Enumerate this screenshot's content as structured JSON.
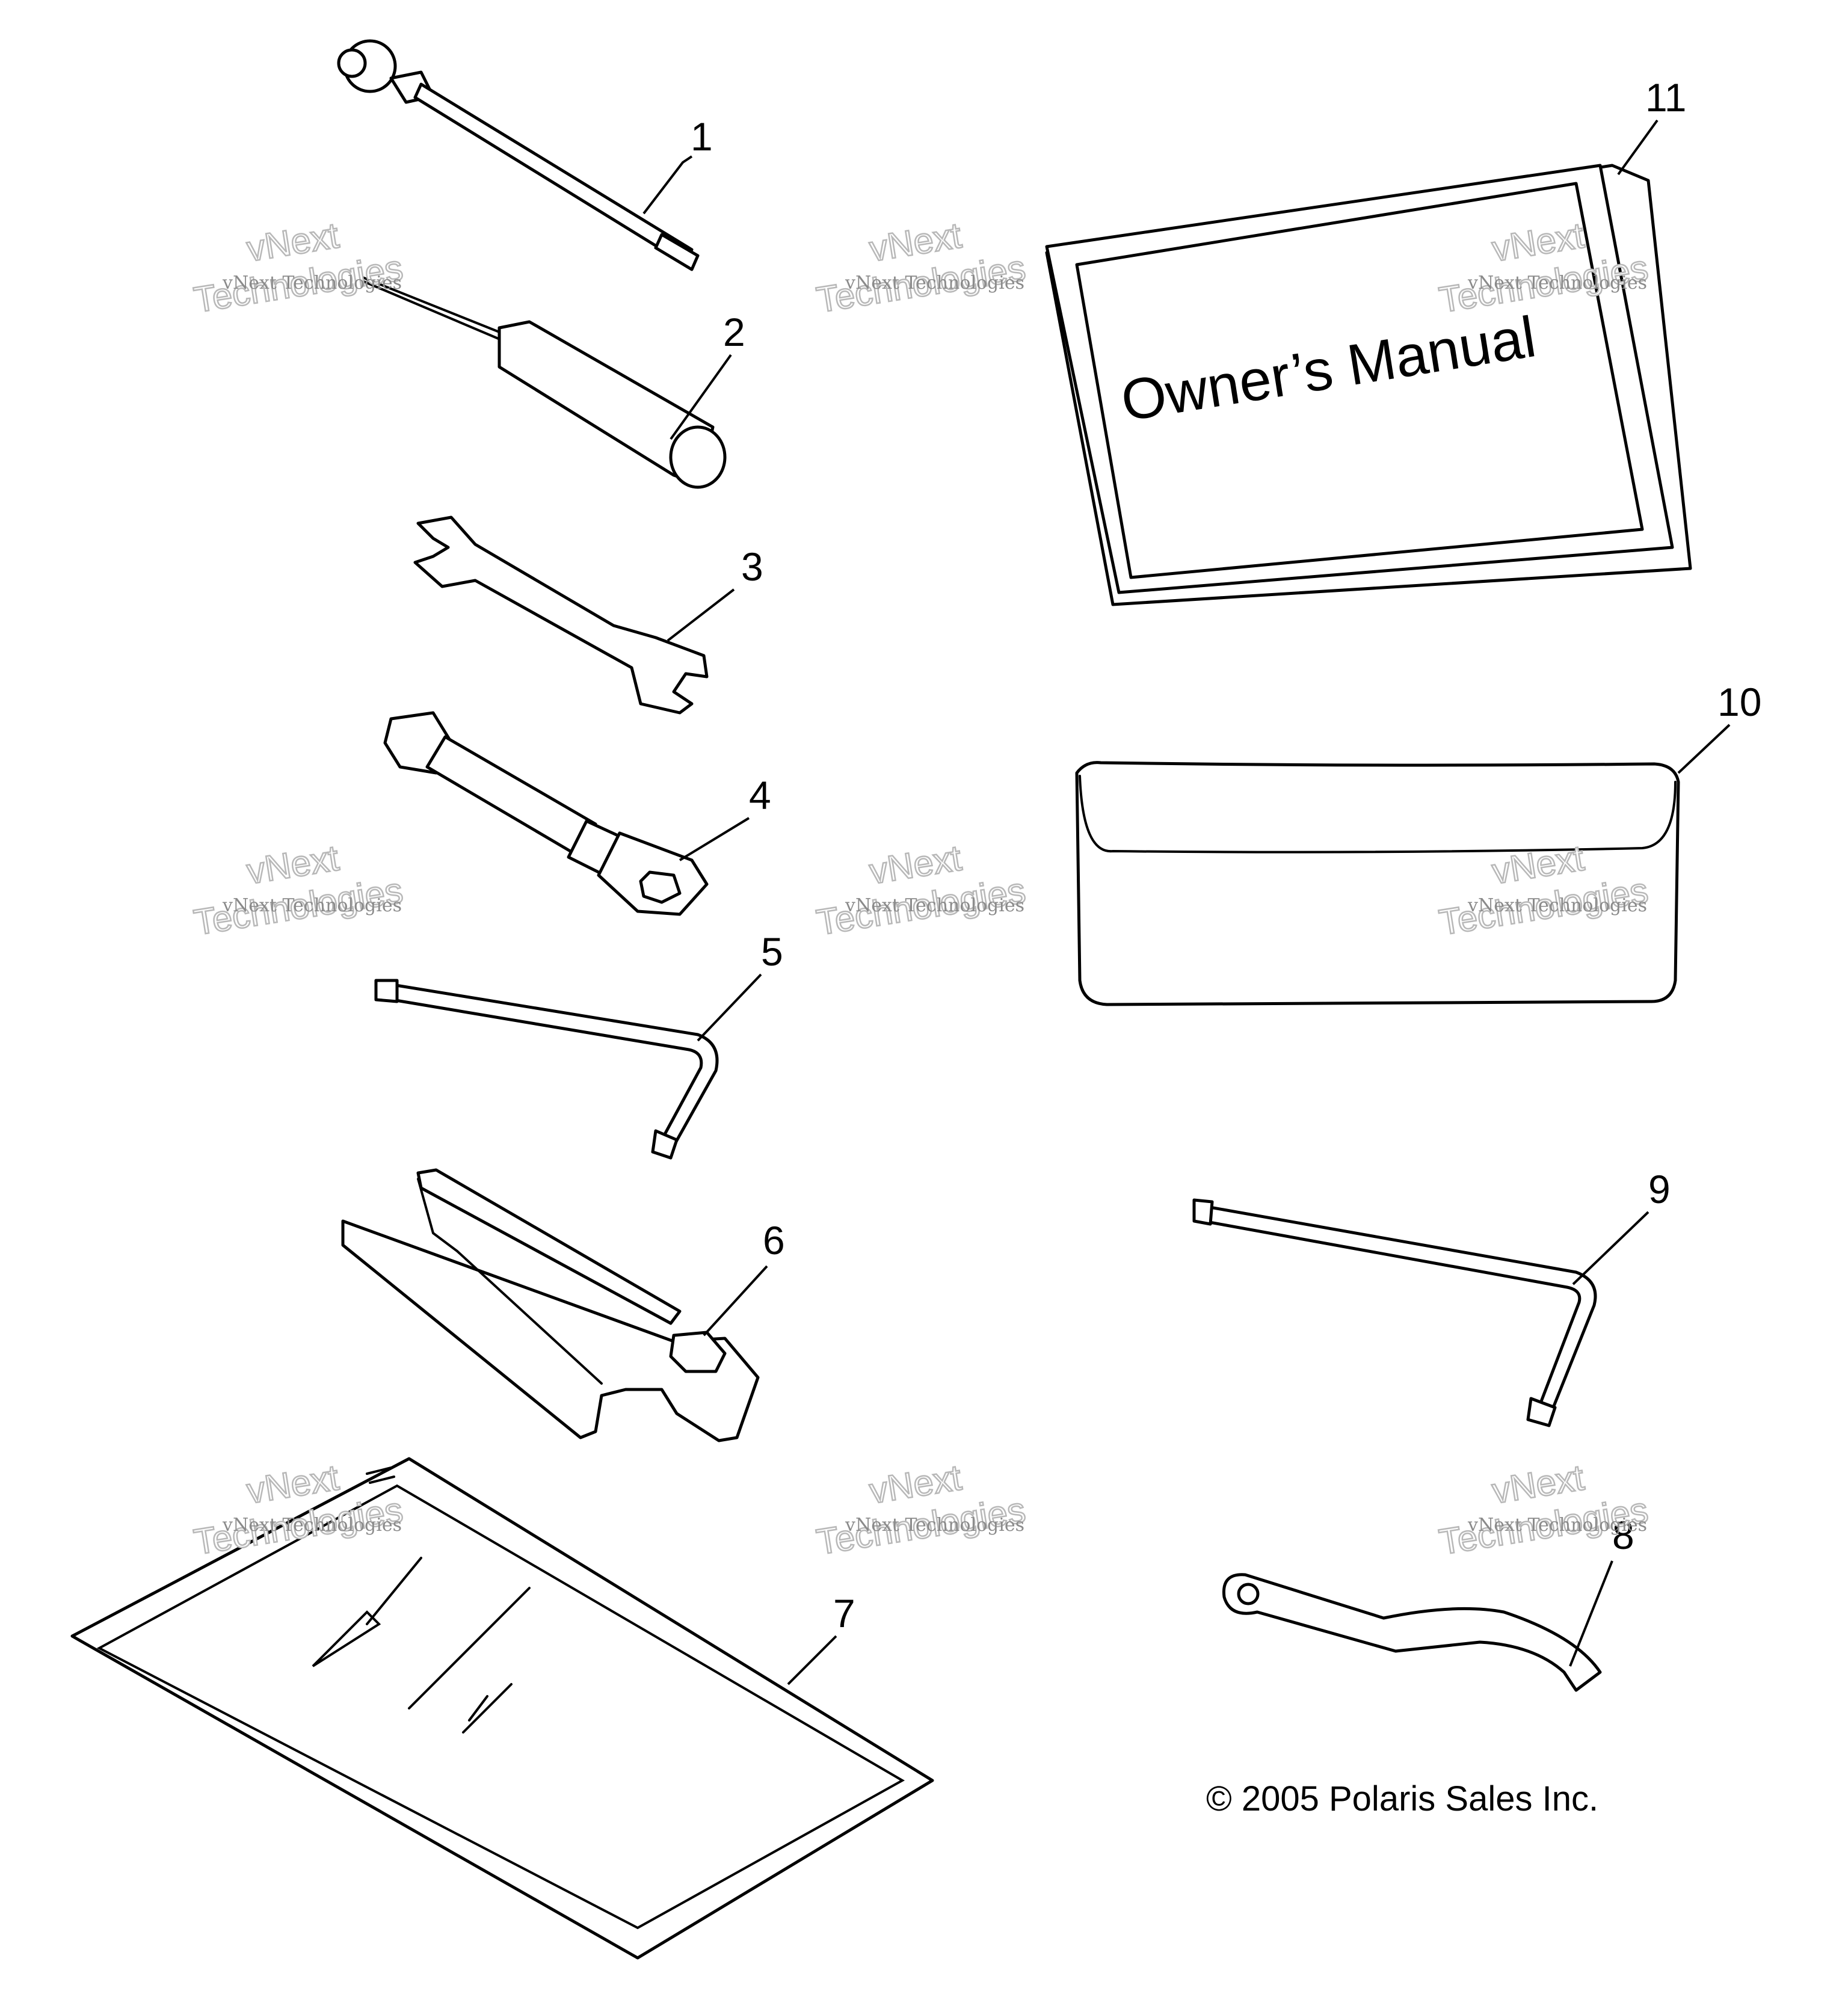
{
  "callouts": {
    "c1": "1",
    "c2": "2",
    "c3": "3",
    "c4": "4",
    "c5": "5",
    "c6": "6",
    "c7": "7",
    "c8": "8",
    "c9": "9",
    "c10": "10",
    "c11": "11"
  },
  "manual": {
    "title": "Owner’s Manual"
  },
  "watermark": {
    "line1": "vNext",
    "line2": "Technologies",
    "small": "vNext Technologies"
  },
  "footer": {
    "copyright": "© 2005 Polaris Sales Inc."
  }
}
